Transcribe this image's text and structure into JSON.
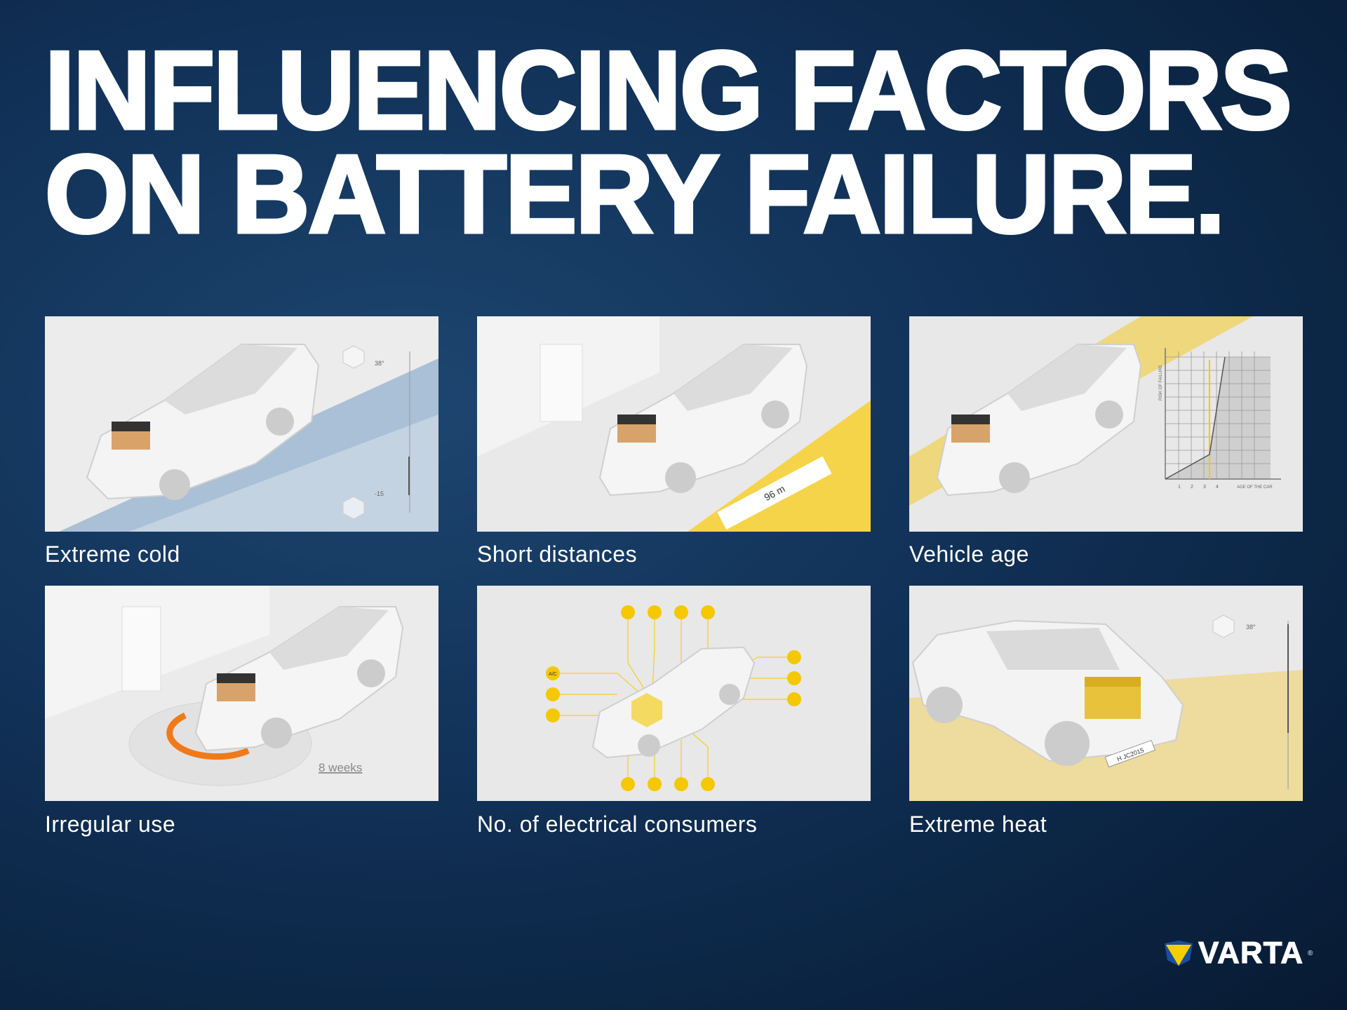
{
  "title": {
    "line1": "INFLUENCING FACTORS",
    "line2": "ON BATTERY FAILURE."
  },
  "panels": [
    {
      "caption": "Extreme cold",
      "temp_high": "38°",
      "temp_low": "-15"
    },
    {
      "caption": "Short distances",
      "distance": "96 m"
    },
    {
      "caption": "Vehicle age",
      "y_axis": "RISK OF FAILURE",
      "x_axis": "AGE OF THE CAR",
      "ticks": [
        "1",
        "2",
        "3",
        "4"
      ]
    },
    {
      "caption": "Irregular use",
      "duration": "8 weeks"
    },
    {
      "caption": "No. of electrical consumers",
      "ac_label": "A/C"
    },
    {
      "caption": "Extreme heat",
      "temp_high": "38°",
      "plate": "H JC2015"
    }
  ],
  "brand": {
    "name": "VARTA",
    "registered": "®"
  },
  "colors": {
    "background": "#0f2d52",
    "accent_yellow": "#f5c800",
    "cold_blue": "#9fb8cf",
    "orange": "#f07a1a",
    "logo_blue": "#1a4f9c"
  }
}
